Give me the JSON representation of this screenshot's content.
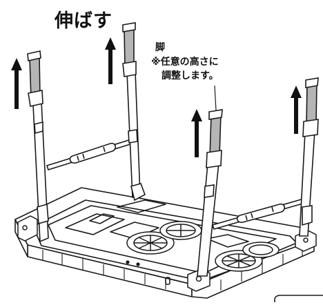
{
  "title": "伸ばす",
  "leg_label": "脚",
  "note_line1": "※任意の高さに",
  "note_line2": "調整します。",
  "colors": {
    "line": "#1a1a1a",
    "leg_upper": "#b5b5b5",
    "leg_lower": "#ffffff",
    "arrow": "#111111",
    "base_fill": "#ffffff"
  },
  "icons": [
    "up-arrow-icon",
    "up-arrow-icon",
    "up-arrow-icon",
    "up-arrow-icon"
  ]
}
